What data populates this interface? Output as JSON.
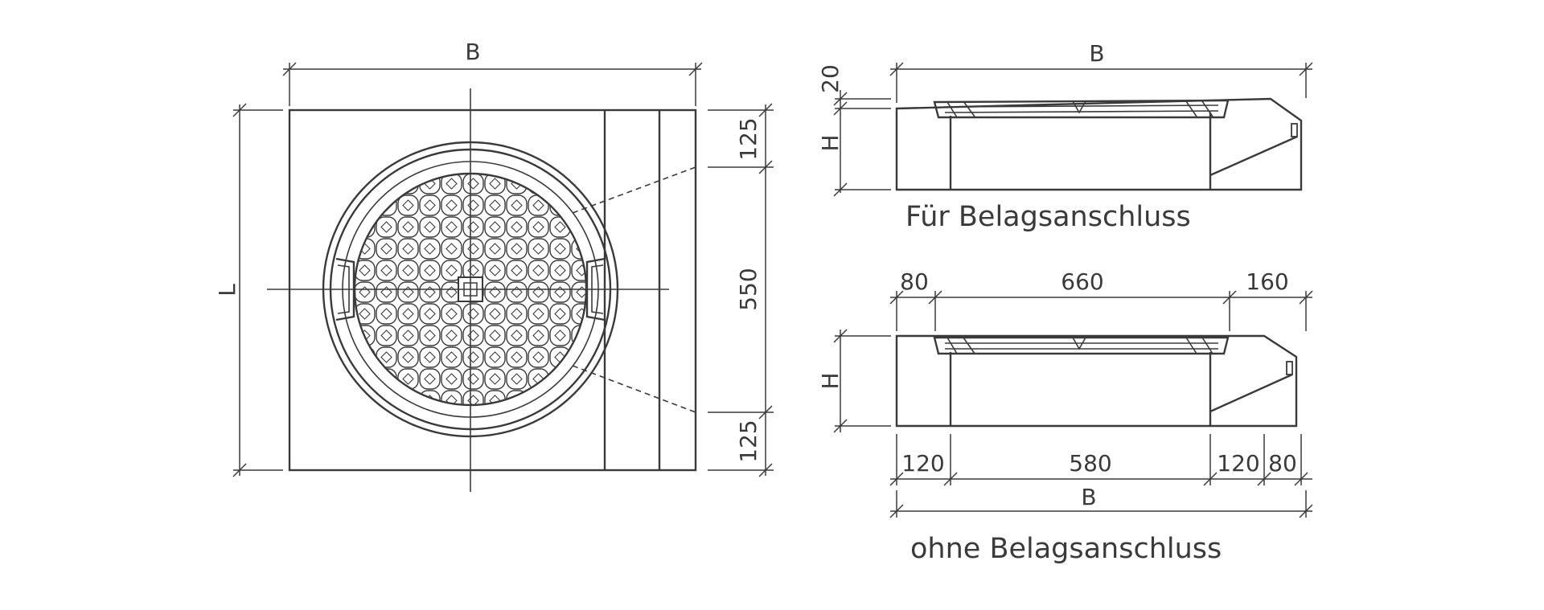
{
  "plan_view": {
    "width_label": "B",
    "length_label": "L",
    "dim_top": "125",
    "dim_middle": "550",
    "dim_bottom": "125"
  },
  "section_top": {
    "width_label": "B",
    "thickness_label": "20",
    "height_label": "H",
    "caption": "Für Belagsanschluss"
  },
  "section_bottom": {
    "dim_upper_left": "80",
    "dim_upper_middle": "660",
    "dim_upper_right": "160",
    "height_label": "H",
    "dim_lower_1": "120",
    "dim_lower_2": "580",
    "dim_lower_3": "120",
    "dim_lower_4": "80",
    "width_label": "B",
    "caption": "ohne Belagsanschluss"
  }
}
